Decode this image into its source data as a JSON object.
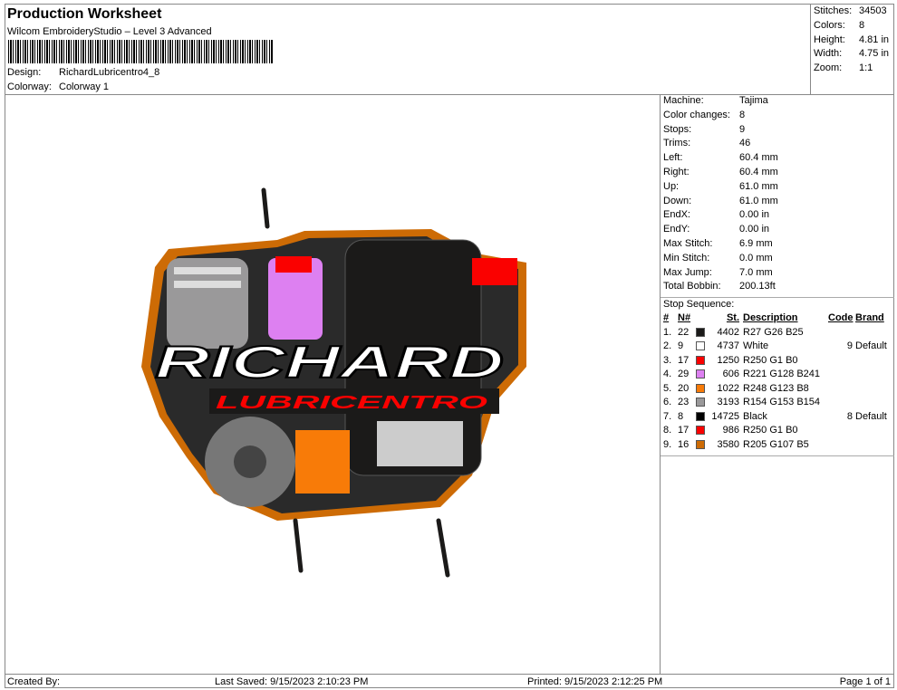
{
  "header": {
    "title": "Production Worksheet",
    "subtitle": "Wilcom EmbroideryStudio – Level 3 Advanced",
    "design_label": "Design:",
    "design_value": "RichardLubricentro4_8",
    "colorway_label": "Colorway:",
    "colorway_value": "Colorway 1"
  },
  "summary": [
    {
      "label": "Stitches:",
      "value": "34503"
    },
    {
      "label": "Colors:",
      "value": "8"
    },
    {
      "label": "Height:",
      "value": "4.81 in"
    },
    {
      "label": "Width:",
      "value": "4.75 in"
    },
    {
      "label": "Zoom:",
      "value": "1:1"
    }
  ],
  "machine": [
    {
      "label": "Machine:",
      "value": "Tajima"
    },
    {
      "label": "Color changes:",
      "value": "8"
    },
    {
      "label": "Stops:",
      "value": "9"
    },
    {
      "label": "Trims:",
      "value": "46"
    },
    {
      "label": "Left:",
      "value": "60.4 mm"
    },
    {
      "label": "Right:",
      "value": "60.4 mm"
    },
    {
      "label": "Up:",
      "value": "61.0 mm"
    },
    {
      "label": "Down:",
      "value": "61.0 mm"
    },
    {
      "label": "EndX:",
      "value": "0.00 in"
    },
    {
      "label": "EndY:",
      "value": "0.00 in"
    },
    {
      "label": "Max Stitch:",
      "value": "6.9 mm"
    },
    {
      "label": "Min Stitch:",
      "value": "0.0 mm"
    },
    {
      "label": "Max Jump:",
      "value": "7.0 mm"
    },
    {
      "label": "Total Bobbin:",
      "value": "200.13ft"
    }
  ],
  "stop_sequence": {
    "title": "Stop Sequence:",
    "headers": [
      "#",
      "N#",
      "St.",
      "Description",
      "Code",
      "Brand"
    ],
    "rows": [
      {
        "idx": "1.",
        "n": "22",
        "color": "#1b1a19",
        "st": "4402",
        "desc": "R27 G26 B25",
        "code": "",
        "brand": ""
      },
      {
        "idx": "2.",
        "n": "9",
        "color": "#ffffff",
        "st": "4737",
        "desc": "White",
        "code": "9",
        "brand": "Default"
      },
      {
        "idx": "3.",
        "n": "17",
        "color": "#fa0100",
        "st": "1250",
        "desc": "R250 G1 B0",
        "code": "",
        "brand": ""
      },
      {
        "idx": "4.",
        "n": "29",
        "color": "#dd80f1",
        "st": "606",
        "desc": "R221 G128 B241",
        "code": "",
        "brand": ""
      },
      {
        "idx": "5.",
        "n": "20",
        "color": "#f87b08",
        "st": "1022",
        "desc": "R248 G123 B8",
        "code": "",
        "brand": ""
      },
      {
        "idx": "6.",
        "n": "23",
        "color": "#9a999a",
        "st": "3193",
        "desc": "R154 G153 B154",
        "code": "",
        "brand": ""
      },
      {
        "idx": "7.",
        "n": "8",
        "color": "#000000",
        "st": "14725",
        "desc": "Black",
        "code": "8",
        "brand": "Default"
      },
      {
        "idx": "8.",
        "n": "17",
        "color": "#fa0100",
        "st": "986",
        "desc": "R250 G1 B0",
        "code": "",
        "brand": ""
      },
      {
        "idx": "9.",
        "n": "16",
        "color": "#cd6b05",
        "st": "3580",
        "desc": "R205 G107 B5",
        "code": "",
        "brand": ""
      }
    ]
  },
  "logo": {
    "line1": "RICHARD",
    "line2": "LUBRICENTRO"
  },
  "footer": {
    "created": "Created By:",
    "saved": "Last Saved: 9/15/2023 2:10:23 PM",
    "printed": "Printed: 9/15/2023 2:12:25 PM",
    "page": "Page 1 of 1"
  }
}
